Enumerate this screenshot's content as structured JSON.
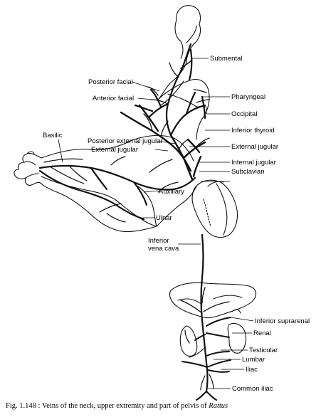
{
  "labels": {
    "submental": "Submental",
    "posterior_facial": "Posterior facial",
    "anterior_facial": "Anterior facial",
    "pharyngeal": "Pharyngeal",
    "occipital": "Occipital",
    "inferior_thyroid": "Inferior thyroid",
    "basilic": "Basilic",
    "posterior_external_jugular": "Posterior external jugular",
    "external_jugular_left": "External jugular",
    "external_jugular_right": "External jugular",
    "internal_jugular": "Internal jugular",
    "subclavian": "Subclavian",
    "auxillary": "Auxillary",
    "ulnar": "Ulnar",
    "inferior_vena_cava_line1": "Inferior",
    "inferior_vena_cava_line2": "vena cava",
    "inferior_suprarenal": "Inferior suprarenal",
    "renal": "Renal",
    "testicular": "Testicular",
    "lumbar": "Lumbar",
    "iliac": "Iliac",
    "common_iliac": "Common iliac"
  },
  "caption": {
    "prefix": "Fig. 1.148 : Veins of the neck, upper extremity and part of pelvis of ",
    "genus": "Rattus"
  }
}
